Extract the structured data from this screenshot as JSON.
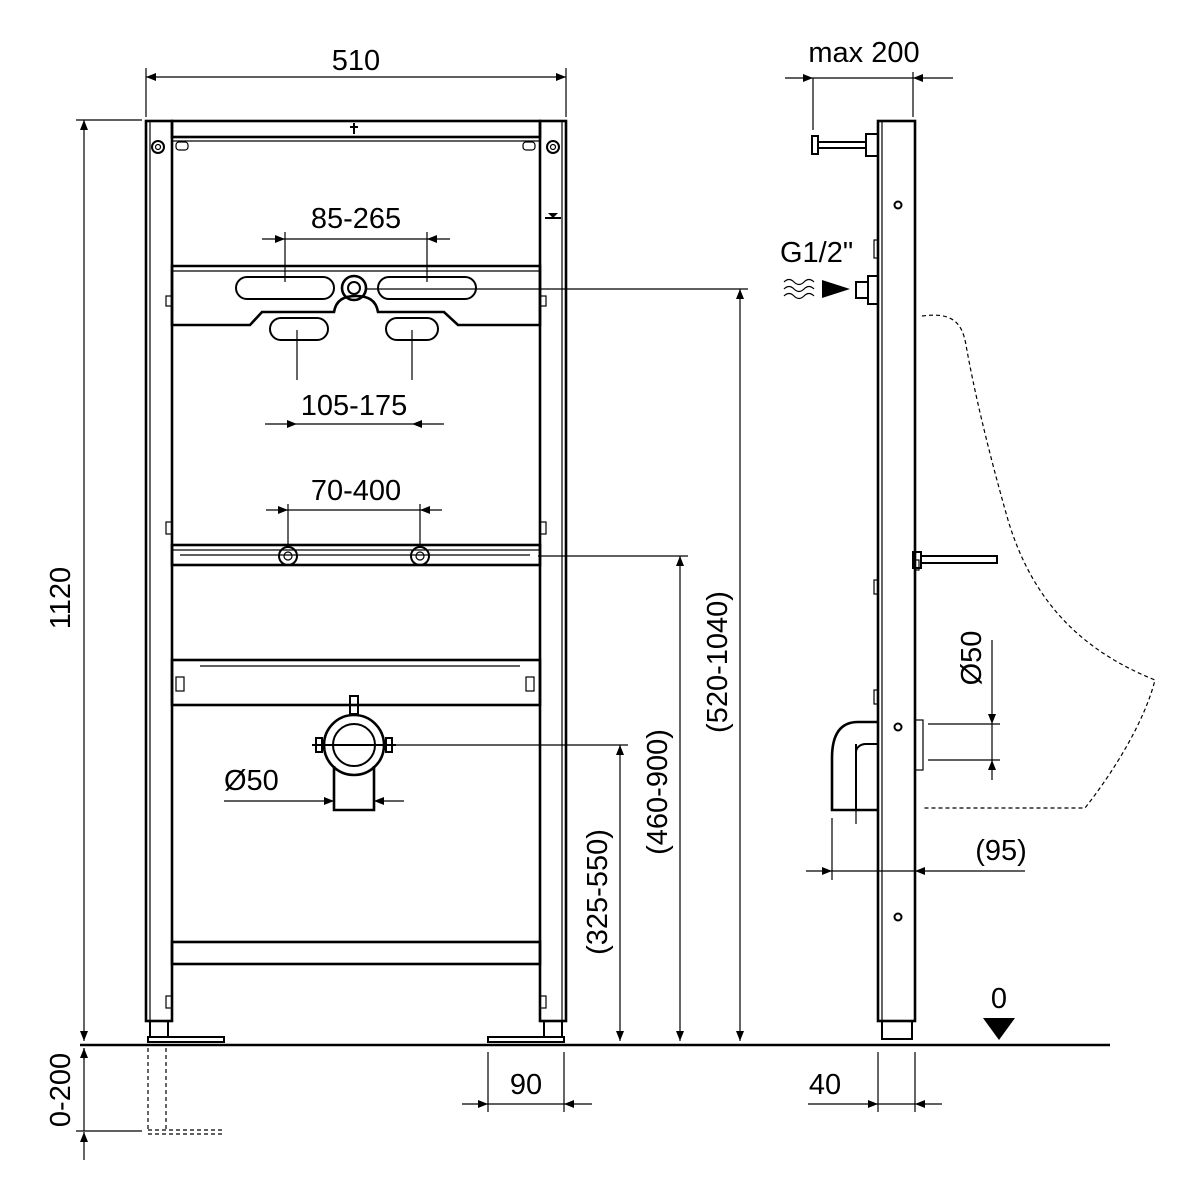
{
  "front_view": {
    "width_label": "510",
    "height_label": "1120",
    "adjust_label": "0-200",
    "faucet_spacing_label": "85-265",
    "lower_slot_spacing_label": "105-175",
    "bracket_spacing_label": "70-400",
    "drain_diameter_label": "Ø50",
    "foot_label": "90",
    "drain_height_label": "(325-550)",
    "bracket_height_label": "(460-900)",
    "supply_height_label": "(520-1040)"
  },
  "side_view": {
    "projection_label": "max 200",
    "inlet_label": "G1/2\"",
    "drain_diameter_label": "Ø50",
    "offset_label": "(95)",
    "floor_label": "0",
    "foot_label": "40"
  }
}
